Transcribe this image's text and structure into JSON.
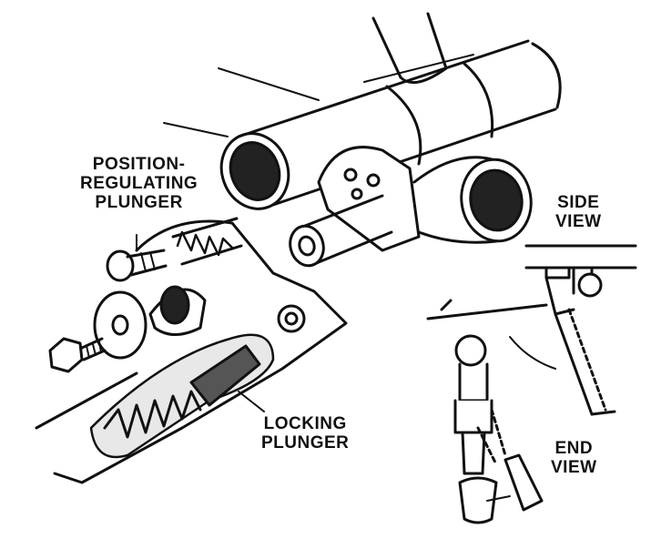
{
  "labels": {
    "position_regulating": [
      "POSITION-",
      "REGULATING",
      "PLUNGER"
    ],
    "locking": [
      "LOCKING",
      "PLUNGER"
    ],
    "side_view": [
      "SIDE",
      "VIEW"
    ],
    "end_view": [
      "END",
      "VIEW"
    ]
  },
  "colors": {
    "ink": "#111111",
    "paper": "#ffffff",
    "shade": "#3a3a3a"
  }
}
